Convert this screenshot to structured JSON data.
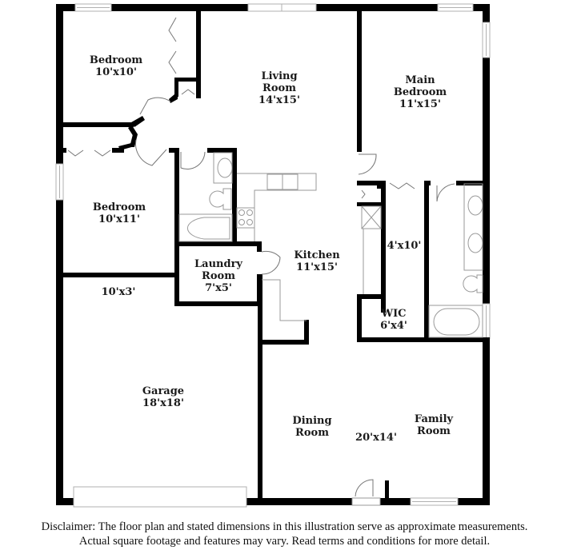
{
  "rooms": [
    {
      "id": "bedroom-1",
      "name": "Bedroom",
      "dims": "10'x10'"
    },
    {
      "id": "living-room",
      "name_line1": "Living",
      "name_line2": "Room",
      "dims": "14'x15'"
    },
    {
      "id": "main-bedroom",
      "name_line1": "Main",
      "name_line2": "Bedroom",
      "dims": "11'x15'"
    },
    {
      "id": "bedroom-2",
      "name": "Bedroom",
      "dims": "10'x11'"
    },
    {
      "id": "laundry-room",
      "name_line1": "Laundry",
      "name_line2": "Room",
      "dims": "7'x5'"
    },
    {
      "id": "kitchen",
      "name": "Kitchen",
      "dims": "11'x15'"
    },
    {
      "id": "closet-hall",
      "dims": "4'x10'"
    },
    {
      "id": "wic",
      "name": "WIC",
      "dims": "6'x4'"
    },
    {
      "id": "storage",
      "dims": "10'x3'"
    },
    {
      "id": "garage",
      "name": "Garage",
      "dims": "18'x18'"
    },
    {
      "id": "dining-room",
      "name_line1": "Dining",
      "name_line2": "Room"
    },
    {
      "id": "family-room",
      "name_line1": "Family",
      "name_line2": "Room"
    },
    {
      "id": "dining-family",
      "dims": "20'x14'"
    }
  ],
  "disclaimer": {
    "line1": "Disclaimer: The floor plan and stated dimensions in this illustration serve as approximate measurements.",
    "line2": "Actual square footage and features may vary. Read terms and conditions for more detail."
  },
  "colors": {
    "wall": "#000000",
    "fixture": "#9a9a9a",
    "window": "#b0b0b0",
    "background": "#ffffff"
  }
}
